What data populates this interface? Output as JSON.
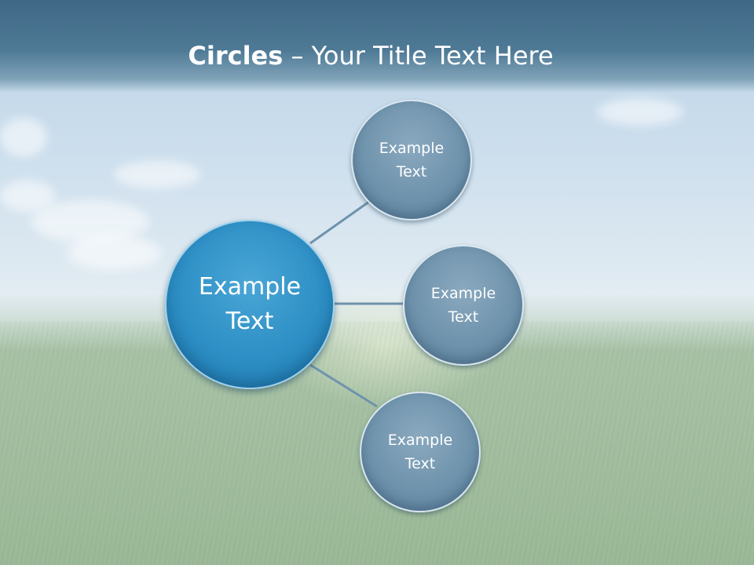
{
  "title": {
    "bold": "Circles",
    "rest": " – Your Title Text Here"
  },
  "center_node": {
    "line1": "Example",
    "line2": "Text"
  },
  "nodes": [
    {
      "line1": "Example",
      "line2": "Text"
    },
    {
      "line1": "Example",
      "line2": "Text"
    },
    {
      "line1": "Example",
      "line2": "Text"
    }
  ],
  "colors": {
    "center_fill": "#2d8fc5",
    "node_fill": "#6f93ac",
    "connector": "#6f93ac",
    "title_bar": "#46708c"
  }
}
